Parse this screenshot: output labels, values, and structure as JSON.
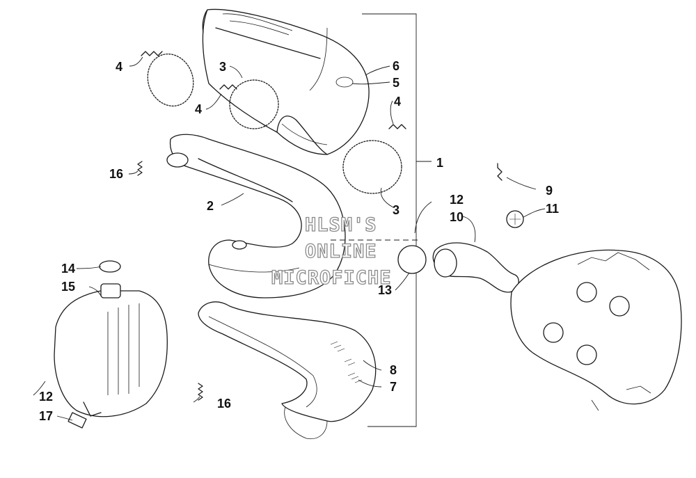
{
  "callouts": {
    "c1": "1",
    "c2": "2",
    "c3a": "3",
    "c3b": "3",
    "c4a": "4",
    "c4b": "4",
    "c4c": "4",
    "c5": "5",
    "c6": "6",
    "c7": "7",
    "c8": "8",
    "c9": "9",
    "c10": "10",
    "c11": "11",
    "c12a": "12",
    "c12b": "12",
    "c13": "13",
    "c14": "14",
    "c15": "15",
    "c16a": "16",
    "c16b": "16",
    "c17": "17"
  },
  "watermark": {
    "line1": "HLSM'S",
    "line2": "ONLINE",
    "line3": "MICROFICHE"
  },
  "colors": {
    "line": "#1a1a1a",
    "watermark_outline": "#8a8a8a",
    "background": "#ffffff"
  }
}
